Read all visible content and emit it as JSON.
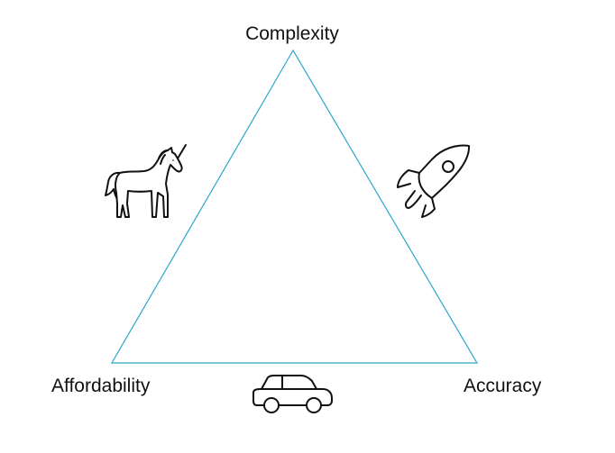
{
  "vertices": {
    "top": "Complexity",
    "bottom_left": "Affordability",
    "bottom_right": "Accuracy"
  },
  "icons": {
    "left_edge": "unicorn-icon",
    "right_edge": "rocket-icon",
    "bottom_edge": "car-icon"
  },
  "colors": {
    "triangle_stroke": "#2aa8c9",
    "icon_stroke": "#111111",
    "label_text": "#111111"
  }
}
